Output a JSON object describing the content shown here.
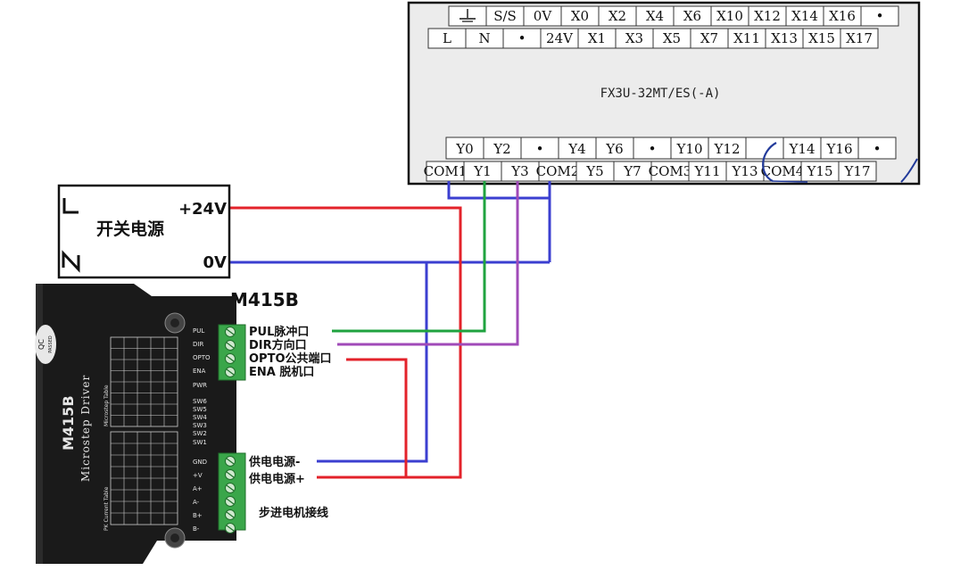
{
  "plc": {
    "model": "FX3U-32MT/ES(-A)",
    "top_row1": [
      "",
      "S/S",
      "0V",
      "X0",
      "X2",
      "X4",
      "X6",
      "X10",
      "X12",
      "X14",
      "X16",
      "•"
    ],
    "top_row2": [
      "L",
      "N",
      "•",
      "24V",
      "X1",
      "X3",
      "X5",
      "X7",
      "X11",
      "X13",
      "X15",
      "X17"
    ],
    "bot_row1": [
      "Y0",
      "Y2",
      "•",
      "Y4",
      "Y6",
      "•",
      "Y10",
      "Y12",
      "",
      "Y14",
      "Y16",
      "•"
    ],
    "bot_row2": [
      "COM1",
      "Y1",
      "Y3",
      "COM2",
      "Y5",
      "Y7",
      "COM3",
      "Y11",
      "Y13",
      "COM4",
      "Y15",
      "Y17"
    ]
  },
  "psu": {
    "title": "开关电源",
    "plus_label": "+24V",
    "minus_label": "0V",
    "l_label": "L",
    "n_label": "N"
  },
  "driver": {
    "model": "M415B",
    "body_model": "M415B",
    "body_sub": "Microstep Driver",
    "qc": "QC",
    "passed": "PASSED",
    "pins": [
      "PUL",
      "DIR",
      "OPTO",
      "ENA",
      "PWR",
      "SW6",
      "SW5",
      "SW4",
      "SW3",
      "SW2",
      "SW1",
      "GND",
      "+V",
      "A+",
      "A-",
      "B+",
      "B-"
    ],
    "signal_labels": [
      "PUL脉冲口",
      "DIR方向口",
      "OPTO公共端口",
      "ENA 脱机口"
    ],
    "power_labels": [
      "供电电源-",
      "供电电源+"
    ],
    "motor_label": "步进电机接线",
    "microstep_table_title": "Microstep Table",
    "current_table_title": "PK Current Table"
  },
  "wire_colors": {
    "red": "#e3222a",
    "blue": "#3b3fd0",
    "green": "#1fa33f",
    "purple": "#a04ab8"
  }
}
